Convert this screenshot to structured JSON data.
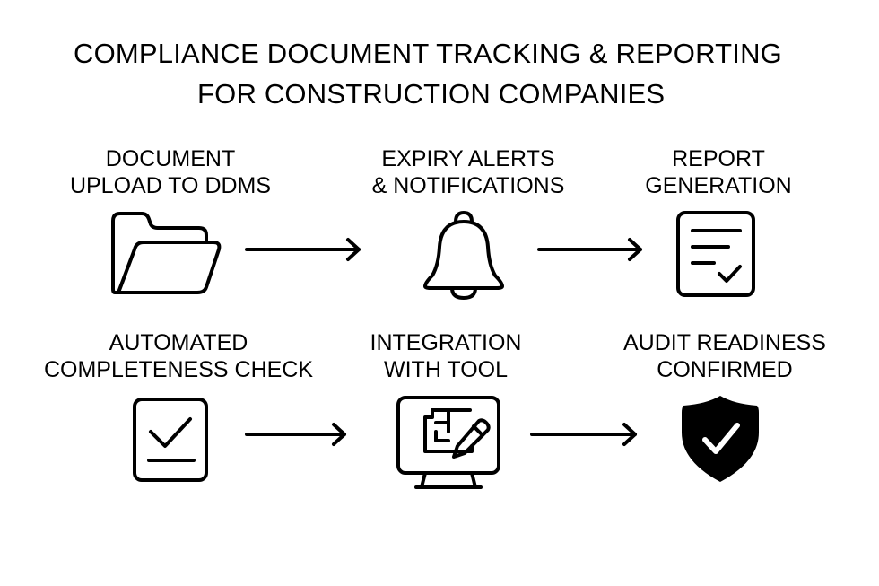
{
  "title": {
    "line1": "COMPLIANCE DOCUMENT TRACKING & REPORTING",
    "line2": "FOR CONSTRUCTION COMPANIES"
  },
  "steps": [
    {
      "id": "document-upload",
      "label_line1": "DOCUMENT",
      "label_line2": "UPLOAD TO DDMS",
      "icon": "folder-open-icon"
    },
    {
      "id": "expiry-alerts",
      "label_line1": "EXPIRY ALERTS",
      "label_line2": "& NOTIFICATIONS",
      "icon": "bell-icon"
    },
    {
      "id": "report-generation",
      "label_line1": "REPORT",
      "label_line2": "GENERATION",
      "icon": "report-check-icon"
    },
    {
      "id": "completeness-check",
      "label_line1": "AUTOMATED",
      "label_line2": "COMPLETENESS CHECK",
      "icon": "checkbox-document-icon"
    },
    {
      "id": "tool-integration",
      "label_line1": "INTEGRATION",
      "label_line2": "WITH TOOL",
      "icon": "monitor-blueprint-edit-icon"
    },
    {
      "id": "audit-readiness",
      "label_line1": "AUDIT READINESS",
      "label_line2": "CONFIRMED",
      "icon": "shield-check-icon"
    }
  ],
  "connections": [
    {
      "from": "document-upload",
      "to": "expiry-alerts",
      "icon": "arrow-right-icon"
    },
    {
      "from": "expiry-alerts",
      "to": "report-generation",
      "icon": "arrow-right-icon"
    },
    {
      "from": "completeness-check",
      "to": "tool-integration",
      "icon": "arrow-right-icon"
    },
    {
      "from": "tool-integration",
      "to": "audit-readiness",
      "icon": "arrow-right-icon"
    }
  ],
  "colors": {
    "background": "#ffffff",
    "foreground": "#000000"
  }
}
